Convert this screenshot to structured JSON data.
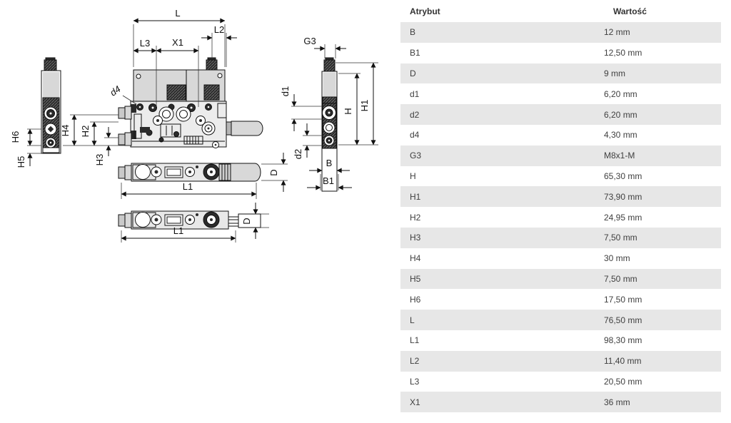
{
  "drawing": {
    "labels": {
      "L": "L",
      "L1": "L1",
      "L2": "L2",
      "L3": "L3",
      "X1": "X1",
      "d4": "d4",
      "G3": "G3",
      "d1": "d1",
      "d2": "d2",
      "H": "H",
      "H1": "H1",
      "H2": "H2",
      "H3": "H3",
      "H4": "H4",
      "H5": "H5",
      "H6": "H6",
      "B": "B",
      "B1": "B1",
      "D": "D"
    }
  },
  "table": {
    "headers": [
      "Atrybut",
      "Wartość"
    ],
    "rows": [
      {
        "attr": "B",
        "value": "12 mm"
      },
      {
        "attr": "B1",
        "value": "12,50 mm"
      },
      {
        "attr": "D",
        "value": "9 mm"
      },
      {
        "attr": "d1",
        "value": "6,20 mm"
      },
      {
        "attr": "d2",
        "value": "6,20 mm"
      },
      {
        "attr": "d4",
        "value": "4,30 mm"
      },
      {
        "attr": "G3",
        "value": "M8x1-M"
      },
      {
        "attr": "H",
        "value": "65,30 mm"
      },
      {
        "attr": "H1",
        "value": "73,90 mm"
      },
      {
        "attr": "H2",
        "value": "24,95 mm"
      },
      {
        "attr": "H3",
        "value": "7,50 mm"
      },
      {
        "attr": "H4",
        "value": "30 mm"
      },
      {
        "attr": "H5",
        "value": "7,50 mm"
      },
      {
        "attr": "H6",
        "value": "17,50 mm"
      },
      {
        "attr": "L",
        "value": "76,50 mm"
      },
      {
        "attr": "L1",
        "value": "98,30 mm"
      },
      {
        "attr": "L2",
        "value": "11,40 mm"
      },
      {
        "attr": "L3",
        "value": "20,50 mm"
      },
      {
        "attr": "X1",
        "value": "36 mm"
      }
    ]
  },
  "colors": {
    "row_alt": "#e7e7e7",
    "text": "#3f3f3f",
    "header_text": "#333333",
    "drawing_fill": "#d8d8d8",
    "line": "#111111"
  }
}
